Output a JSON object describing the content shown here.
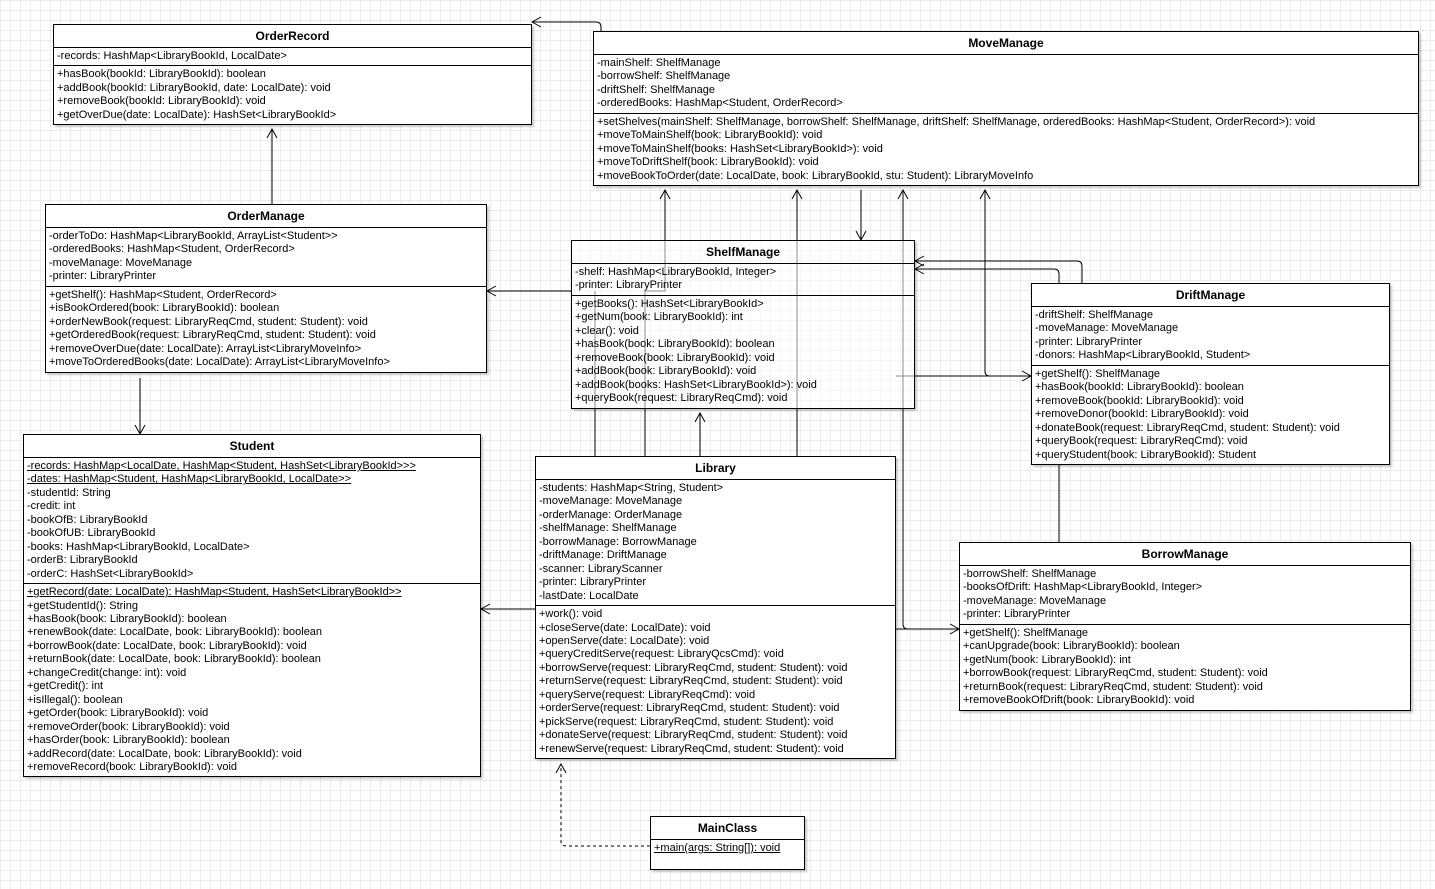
{
  "classes": {
    "orderRecord": {
      "name": "OrderRecord",
      "attributes": [
        "-records: HashMap<LibraryBookId, LocalDate>"
      ],
      "methods": [
        "+hasBook(bookId: LibraryBookId): boolean",
        "+addBook(bookId: LibraryBookId, date: LocalDate): void",
        "+removeBook(bookId: LibraryBookId): void",
        "+getOverDue(date: LocalDate): HashSet<LibraryBookId>"
      ]
    },
    "moveManage": {
      "name": "MoveManage",
      "attributes": [
        "-mainShelf: ShelfManage",
        "-borrowShelf: ShelfManage",
        "-driftShelf: ShelfManage",
        "-orderedBooks: HashMap<Student, OrderRecord>"
      ],
      "methods": [
        "+setShelves(mainShelf: ShelfManage, borrowShelf: ShelfManage, driftShelf: ShelfManage, orderedBooks: HashMap<Student, OrderRecord>): void",
        "+moveToMainShelf(book: LibraryBookId): void",
        "+moveToMainShelf(books: HashSet<LibraryBookId>): void",
        "+moveToDriftShelf(book: LibraryBookId): void",
        "+moveBookToOrder(date: LocalDate, book: LibraryBookId, stu: Student): LibraryMoveInfo"
      ]
    },
    "orderManage": {
      "name": "OrderManage",
      "attributes": [
        "-orderToDo: HashMap<LibraryBookId, ArrayList<Student>>",
        "-orderedBooks: HashMap<Student, OrderRecord>",
        "-moveManage: MoveManage",
        "-printer: LibraryPrinter"
      ],
      "methods": [
        "+getShelf(): HashMap<Student, OrderRecord>",
        "+isBookOrdered(book: LibraryBookId): boolean",
        "+orderNewBook(request: LibraryReqCmd, student: Student): void",
        "+getOrderedBook(request: LibraryReqCmd, student: Student): void",
        "+removeOverDue(date: LocalDate): ArrayList<LibraryMoveInfo>",
        "+moveToOrderedBooks(date: LocalDate): ArrayList<LibraryMoveInfo>"
      ]
    },
    "shelfManage": {
      "name": "ShelfManage",
      "attributes": [
        "-shelf: HashMap<LibraryBookId, Integer>",
        "-printer: LibraryPrinter"
      ],
      "methods": [
        "+getBooks(): HashSet<LibraryBookId>",
        "+getNum(book: LibraryBookId): int",
        "+clear(): void",
        "+hasBook(book: LibraryBookId): boolean",
        "+removeBook(book: LibraryBookId): void",
        "+addBook(book: LibraryBookId): void",
        "+addBook(books: HashSet<LibraryBookId>): void",
        "+queryBook(request: LibraryReqCmd): void"
      ]
    },
    "driftManage": {
      "name": "DriftManage",
      "attributes": [
        "-driftShelf: ShelfManage",
        "-moveManage: MoveManage",
        "-printer: LibraryPrinter",
        "-donors: HashMap<LibraryBookId, Student>"
      ],
      "methods": [
        "+getShelf(): ShelfManage",
        "+hasBook(bookId: LibraryBookId): boolean",
        "+removeBook(bookId: LibraryBookId): void",
        "+removeDonor(bookId: LibraryBookId): void",
        "+donateBook(request: LibraryReqCmd, student: Student): void",
        "+queryBook(request: LibraryReqCmd): void",
        "+queryStudent(book: LibraryBookId): Student"
      ]
    },
    "student": {
      "name": "Student",
      "static_attributes": [
        "-records: HashMap<LocalDate, HashMap<Student, HashSet<LibraryBookId>>>",
        "-dates: HashMap<Student, HashMap<LibraryBookId, LocalDate>>"
      ],
      "attributes": [
        "-studentId: String",
        "-credit: int",
        "-bookOfB: LibraryBookId",
        "-bookOfUB: LibraryBookId",
        "-books: HashMap<LibraryBookId, LocalDate>",
        "-orderB: LibraryBookId",
        "-orderC: HashSet<LibraryBookId>"
      ],
      "static_methods": [
        "+getRecord(date: LocalDate): HashMap<Student, HashSet<LibraryBookId>>"
      ],
      "methods": [
        "+getStudentId(): String",
        "+hasBook(book: LibraryBookId): boolean",
        "+renewBook(date: LocalDate, book: LibraryBookId): boolean",
        "+borrowBook(date: LocalDate, book: LibraryBookId): void",
        "+returnBook(date: LocalDate, book: LibraryBookId): boolean",
        "+changeCredit(change: int): void",
        "+getCredit(): int",
        "+isIllegal(): boolean",
        "+getOrder(book: LibraryBookId): void",
        "+removeOrder(book: LibraryBookId): void",
        "+hasOrder(book: LibraryBookId): boolean",
        "+addRecord(date: LocalDate, book: LibraryBookId): void",
        "+removeRecord(book: LibraryBookId): void"
      ]
    },
    "library": {
      "name": "Library",
      "attributes": [
        "-students: HashMap<String, Student>",
        "-moveManage: MoveManage",
        "-orderManage: OrderManage",
        "-shelfManage: ShelfManage",
        "-borrowManage: BorrowManage",
        "-driftManage: DriftManage",
        "-scanner: LibraryScanner",
        "-printer: LibraryPrinter",
        "-lastDate: LocalDate"
      ],
      "methods": [
        "+work(): void",
        "+closeServe(date: LocalDate): void",
        "+openServe(date: LocalDate): void",
        "+queryCreditServe(request: LibraryQcsCmd): void",
        "+borrowServe(request: LibraryReqCmd, student: Student): void",
        "+returnServe(request: LibraryReqCmd, student: Student): void",
        "+queryServe(request: LibraryReqCmd): void",
        "+orderServe(request: LibraryReqCmd, student: Student): void",
        "+pickServe(request: LibraryReqCmd, student: Student): void",
        "+donateServe(request: LibraryReqCmd, student: Student): void",
        "+renewServe(request: LibraryReqCmd, student: Student): void"
      ]
    },
    "borrowManage": {
      "name": "BorrowManage",
      "attributes": [
        "-borrowShelf: ShelfManage",
        "-booksOfDrift: HashMap<LibraryBookId, Integer>",
        "-moveManage: MoveManage",
        "-printer: LibraryPrinter"
      ],
      "methods": [
        "+getShelf(): ShelfManage",
        "+canUpgrade(book: LibraryBookId): boolean",
        "+getNum(book: LibraryBookId): int",
        "+borrowBook(request: LibraryReqCmd, student: Student): void",
        "+returnBook(request: LibraryReqCmd, student: Student): void",
        "+removeBookOfDrift(book: LibraryBookId): void"
      ]
    },
    "mainClass": {
      "name": "MainClass",
      "static_methods": [
        "+main(args: String[]): void"
      ]
    }
  },
  "relations": [
    {
      "from": "MoveManage",
      "to": "OrderRecord",
      "style": "solid"
    },
    {
      "from": "OrderManage",
      "to": "OrderRecord",
      "style": "solid"
    },
    {
      "from": "OrderManage",
      "to": "Student",
      "style": "solid"
    },
    {
      "from": "ShelfManage",
      "to": "OrderManage",
      "style": "solid"
    },
    {
      "from": "Library",
      "to": "MoveManage",
      "style": "solid"
    },
    {
      "from": "Library",
      "to": "ShelfManage",
      "style": "solid"
    },
    {
      "from": "MoveManage",
      "to": "ShelfManage",
      "style": "solid"
    },
    {
      "from": "DriftManage",
      "to": "ShelfManage",
      "style": "solid"
    },
    {
      "from": "Library",
      "to": "DriftManage",
      "style": "solid"
    },
    {
      "from": "Library",
      "to": "BorrowManage",
      "style": "solid"
    },
    {
      "from": "Library",
      "to": "Student",
      "style": "solid"
    },
    {
      "from": "MainClass",
      "to": "Library",
      "style": "dashed"
    }
  ]
}
